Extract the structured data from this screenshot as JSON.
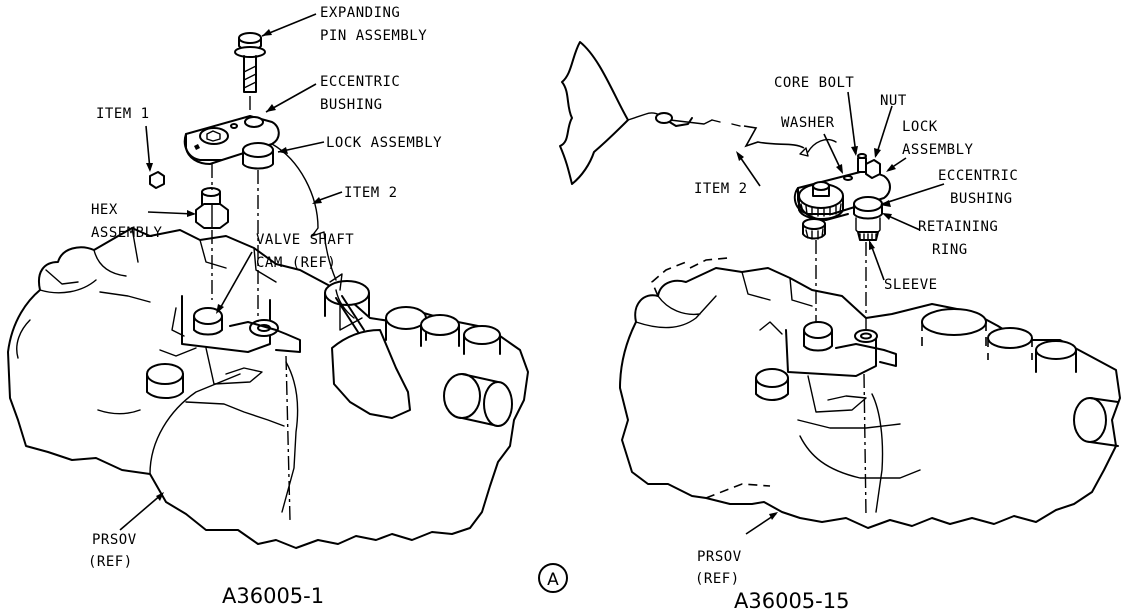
{
  "left_view": {
    "labels": {
      "expanding_pin_line1": "EXPANDING",
      "expanding_pin_line2": "PIN ASSEMBLY",
      "eccentric_line1": "ECCENTRIC",
      "eccentric_line2": "BUSHING",
      "lock_assembly": "LOCK ASSEMBLY",
      "item1": "ITEM 1",
      "item2": "ITEM 2",
      "hex_line1": "HEX",
      "hex_line2": "ASSEMBLY",
      "valve_line1": "VALVE SHAFT",
      "valve_line2": "CAM (REF)",
      "prsov_line1": "PRSOV",
      "prsov_line2": "(REF)"
    },
    "figure_id": "A36005-1"
  },
  "right_view": {
    "labels": {
      "core_bolt": "CORE BOLT",
      "nut": "NUT",
      "washer": "WASHER",
      "lock_line1": "LOCK",
      "lock_line2": "ASSEMBLY",
      "eccentric_line1": "ECCENTRIC",
      "eccentric_line2": "BUSHING",
      "retaining_line1": "RETAINING",
      "retaining_line2": "RING",
      "sleeve": "SLEEVE",
      "item2": "ITEM 2",
      "prsov_line1": "PRSOV",
      "prsov_line2": "(REF)"
    },
    "figure_id": "A36005-15"
  },
  "view_marker": "A"
}
